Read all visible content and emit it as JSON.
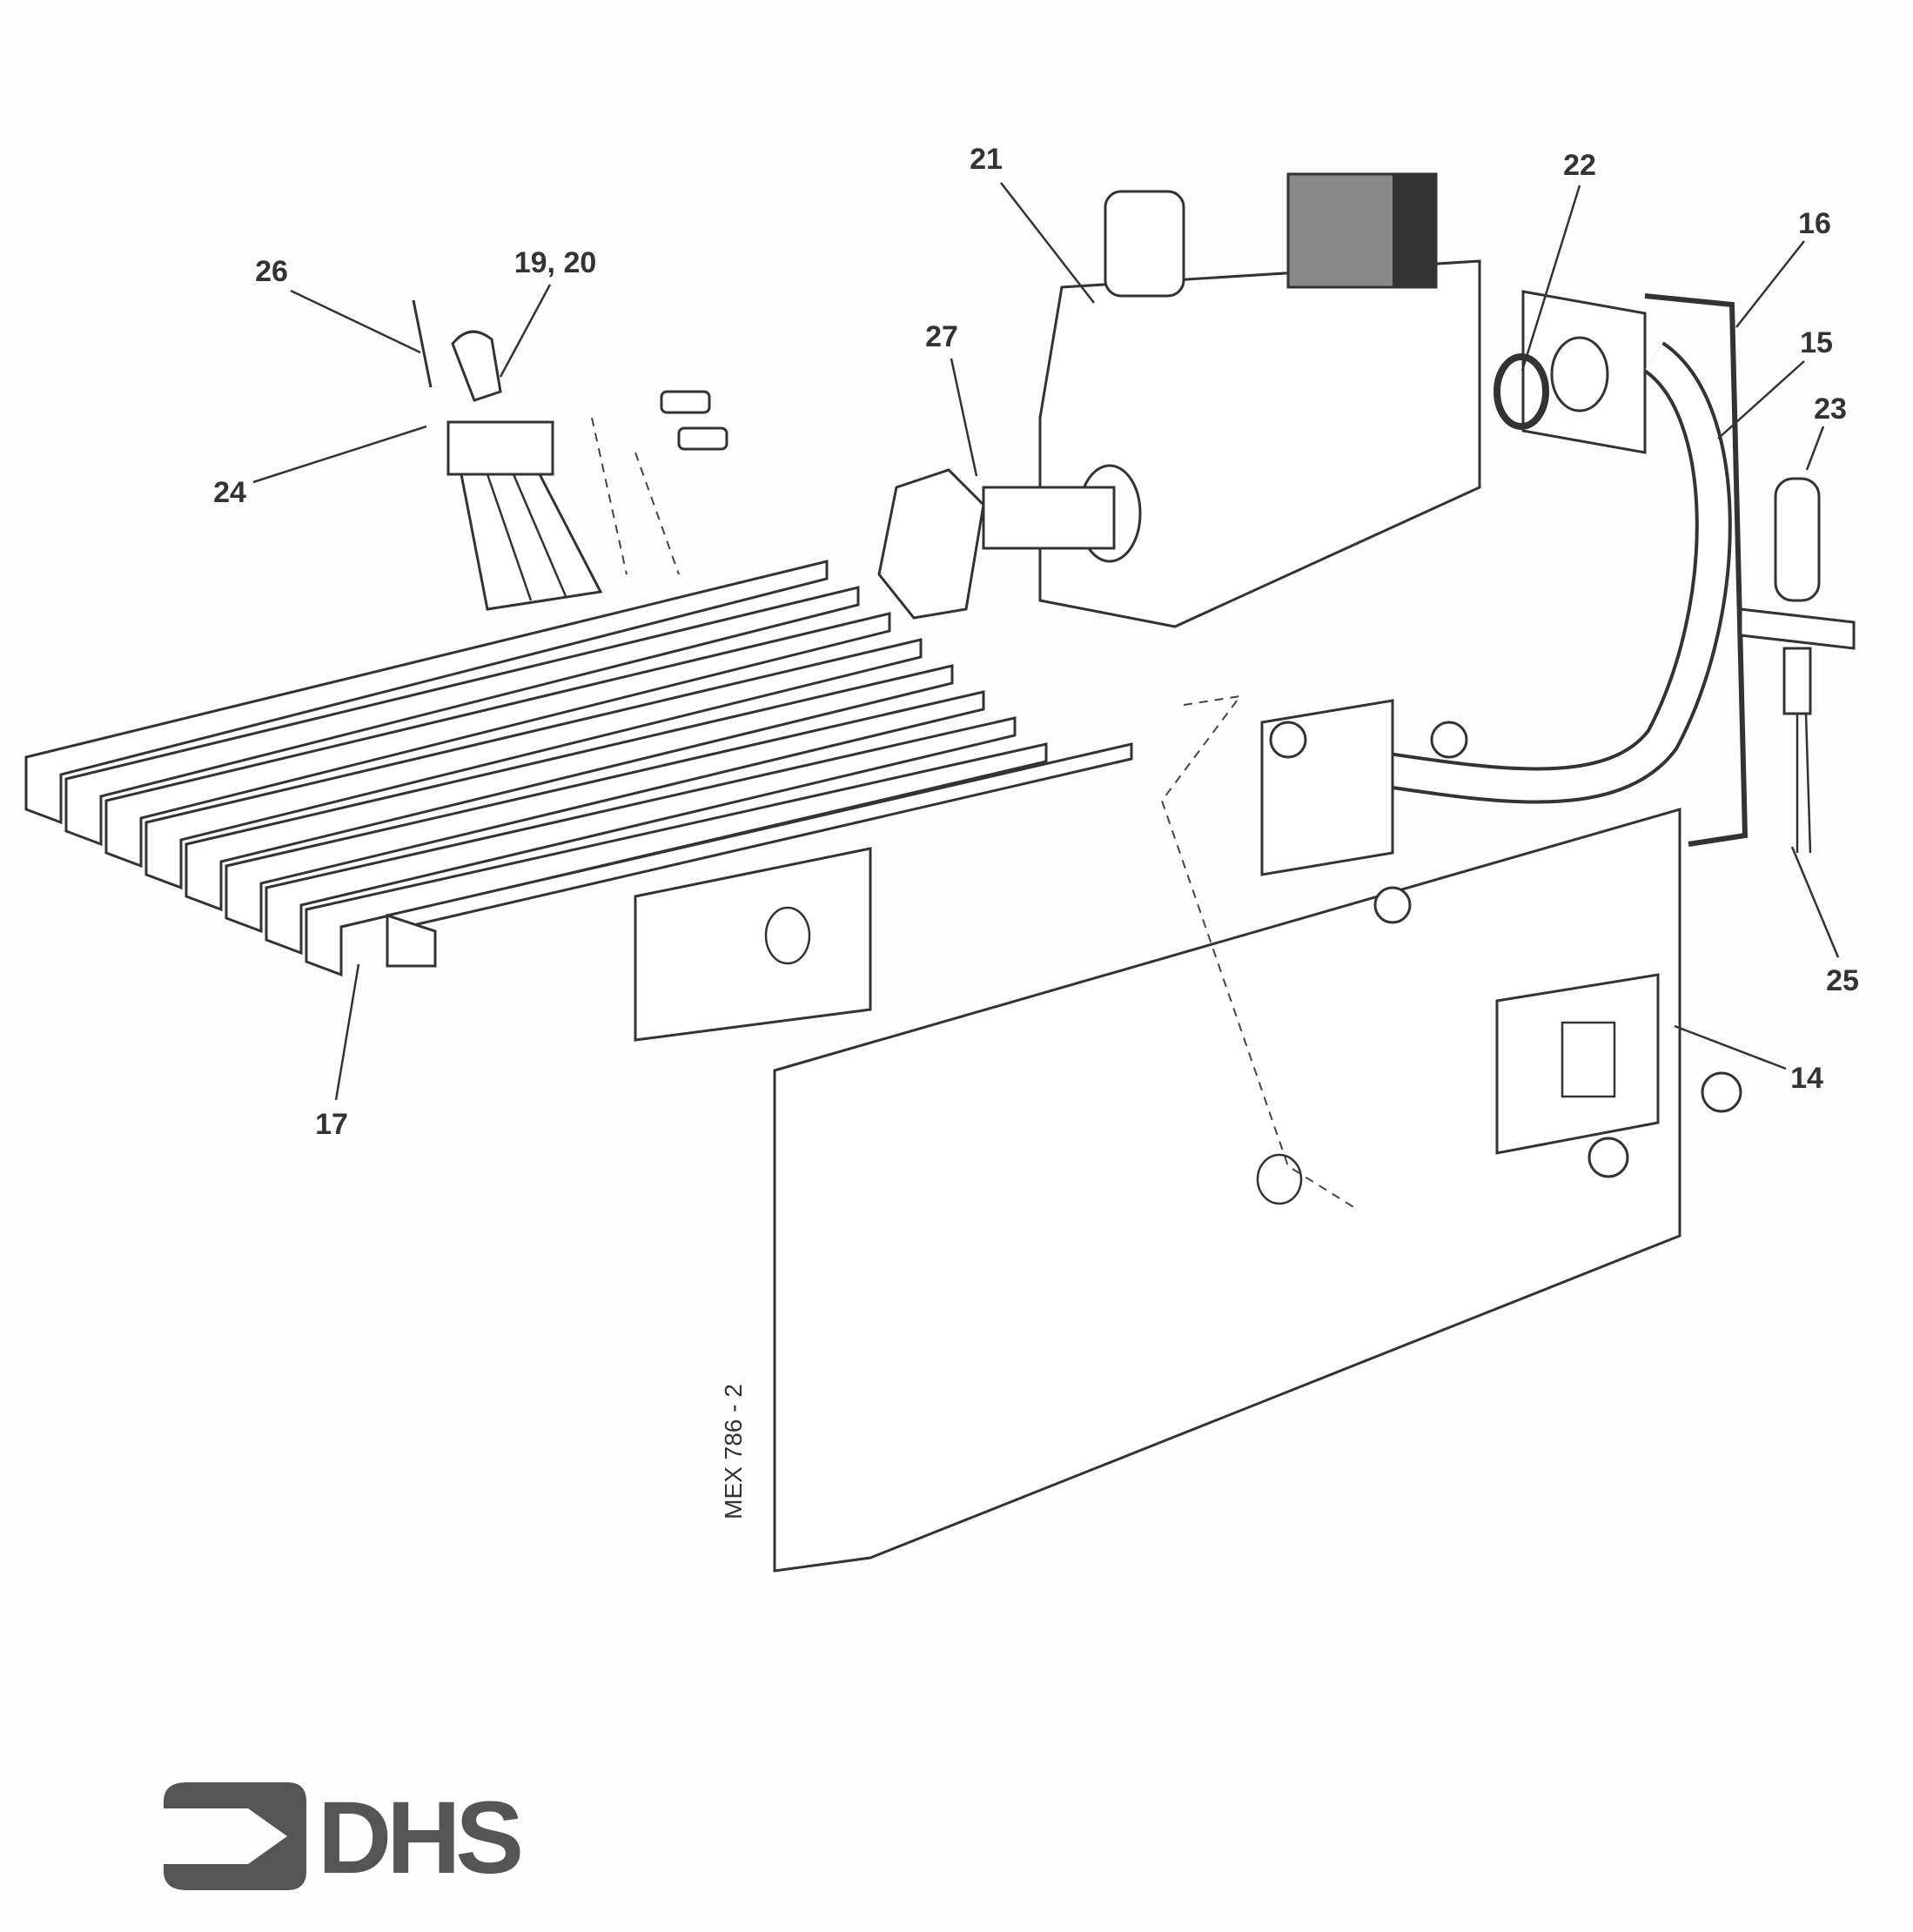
{
  "diagram": {
    "drawing_code": "MEX 786 - 2",
    "logo": "DHS",
    "callouts": [
      {
        "id": "c21",
        "label": "21"
      },
      {
        "id": "c22",
        "label": "22"
      },
      {
        "id": "c16",
        "label": "16"
      },
      {
        "id": "c15",
        "label": "15"
      },
      {
        "id": "c23",
        "label": "23"
      },
      {
        "id": "c27",
        "label": "27"
      },
      {
        "id": "c26",
        "label": "26"
      },
      {
        "id": "c1920",
        "label": "19, 20"
      },
      {
        "id": "c24",
        "label": "24"
      },
      {
        "id": "c17",
        "label": "17"
      },
      {
        "id": "c25",
        "label": "25"
      },
      {
        "id": "c14",
        "label": "14"
      }
    ]
  }
}
